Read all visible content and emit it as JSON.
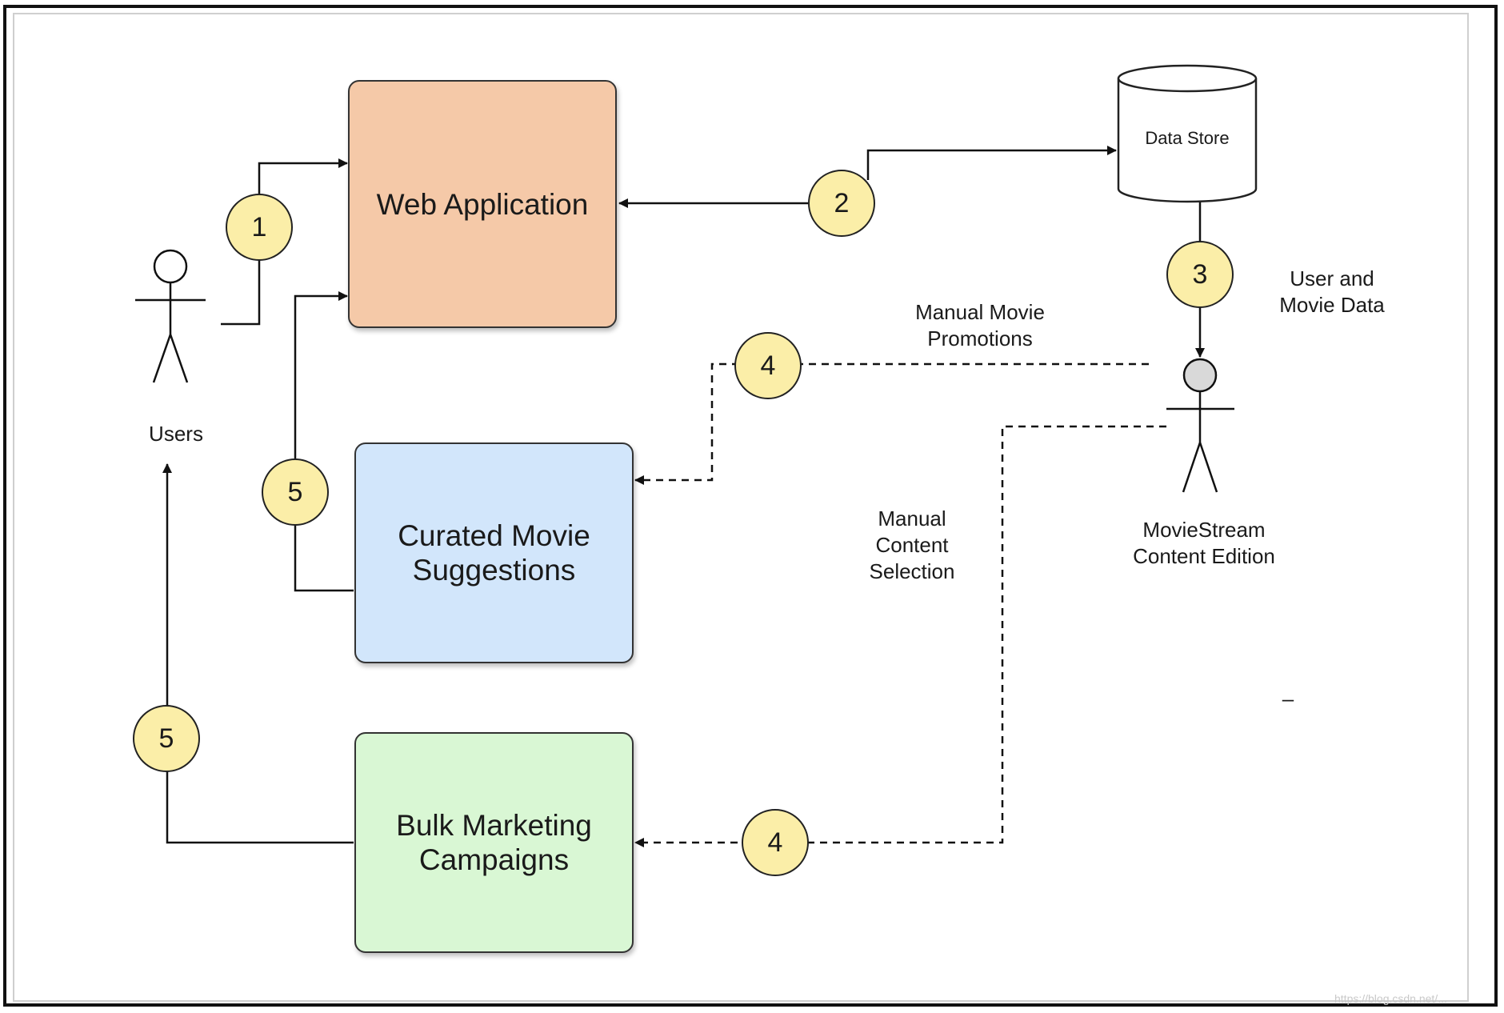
{
  "boxes": {
    "web": "Web Application",
    "curated": "Curated Movie\nSuggestions",
    "bulk": "Bulk Marketing\nCampaigns"
  },
  "data_store": "Data Store",
  "actors": {
    "users": "Users",
    "editor": "MovieStream\nContent Edition"
  },
  "labels": {
    "user_movie_data": "User and\nMovie Data",
    "manual_promotions": "Manual Movie\nPromotions",
    "manual_selection": "Manual\nContent\nSelection",
    "dash": "–"
  },
  "steps": {
    "s1": "1",
    "s2": "2",
    "s3": "3",
    "s4_top": "4",
    "s4_bottom": "4",
    "s5_curated": "5",
    "s5_users": "5"
  },
  "watermark": "https://blog.csdn.net/..."
}
